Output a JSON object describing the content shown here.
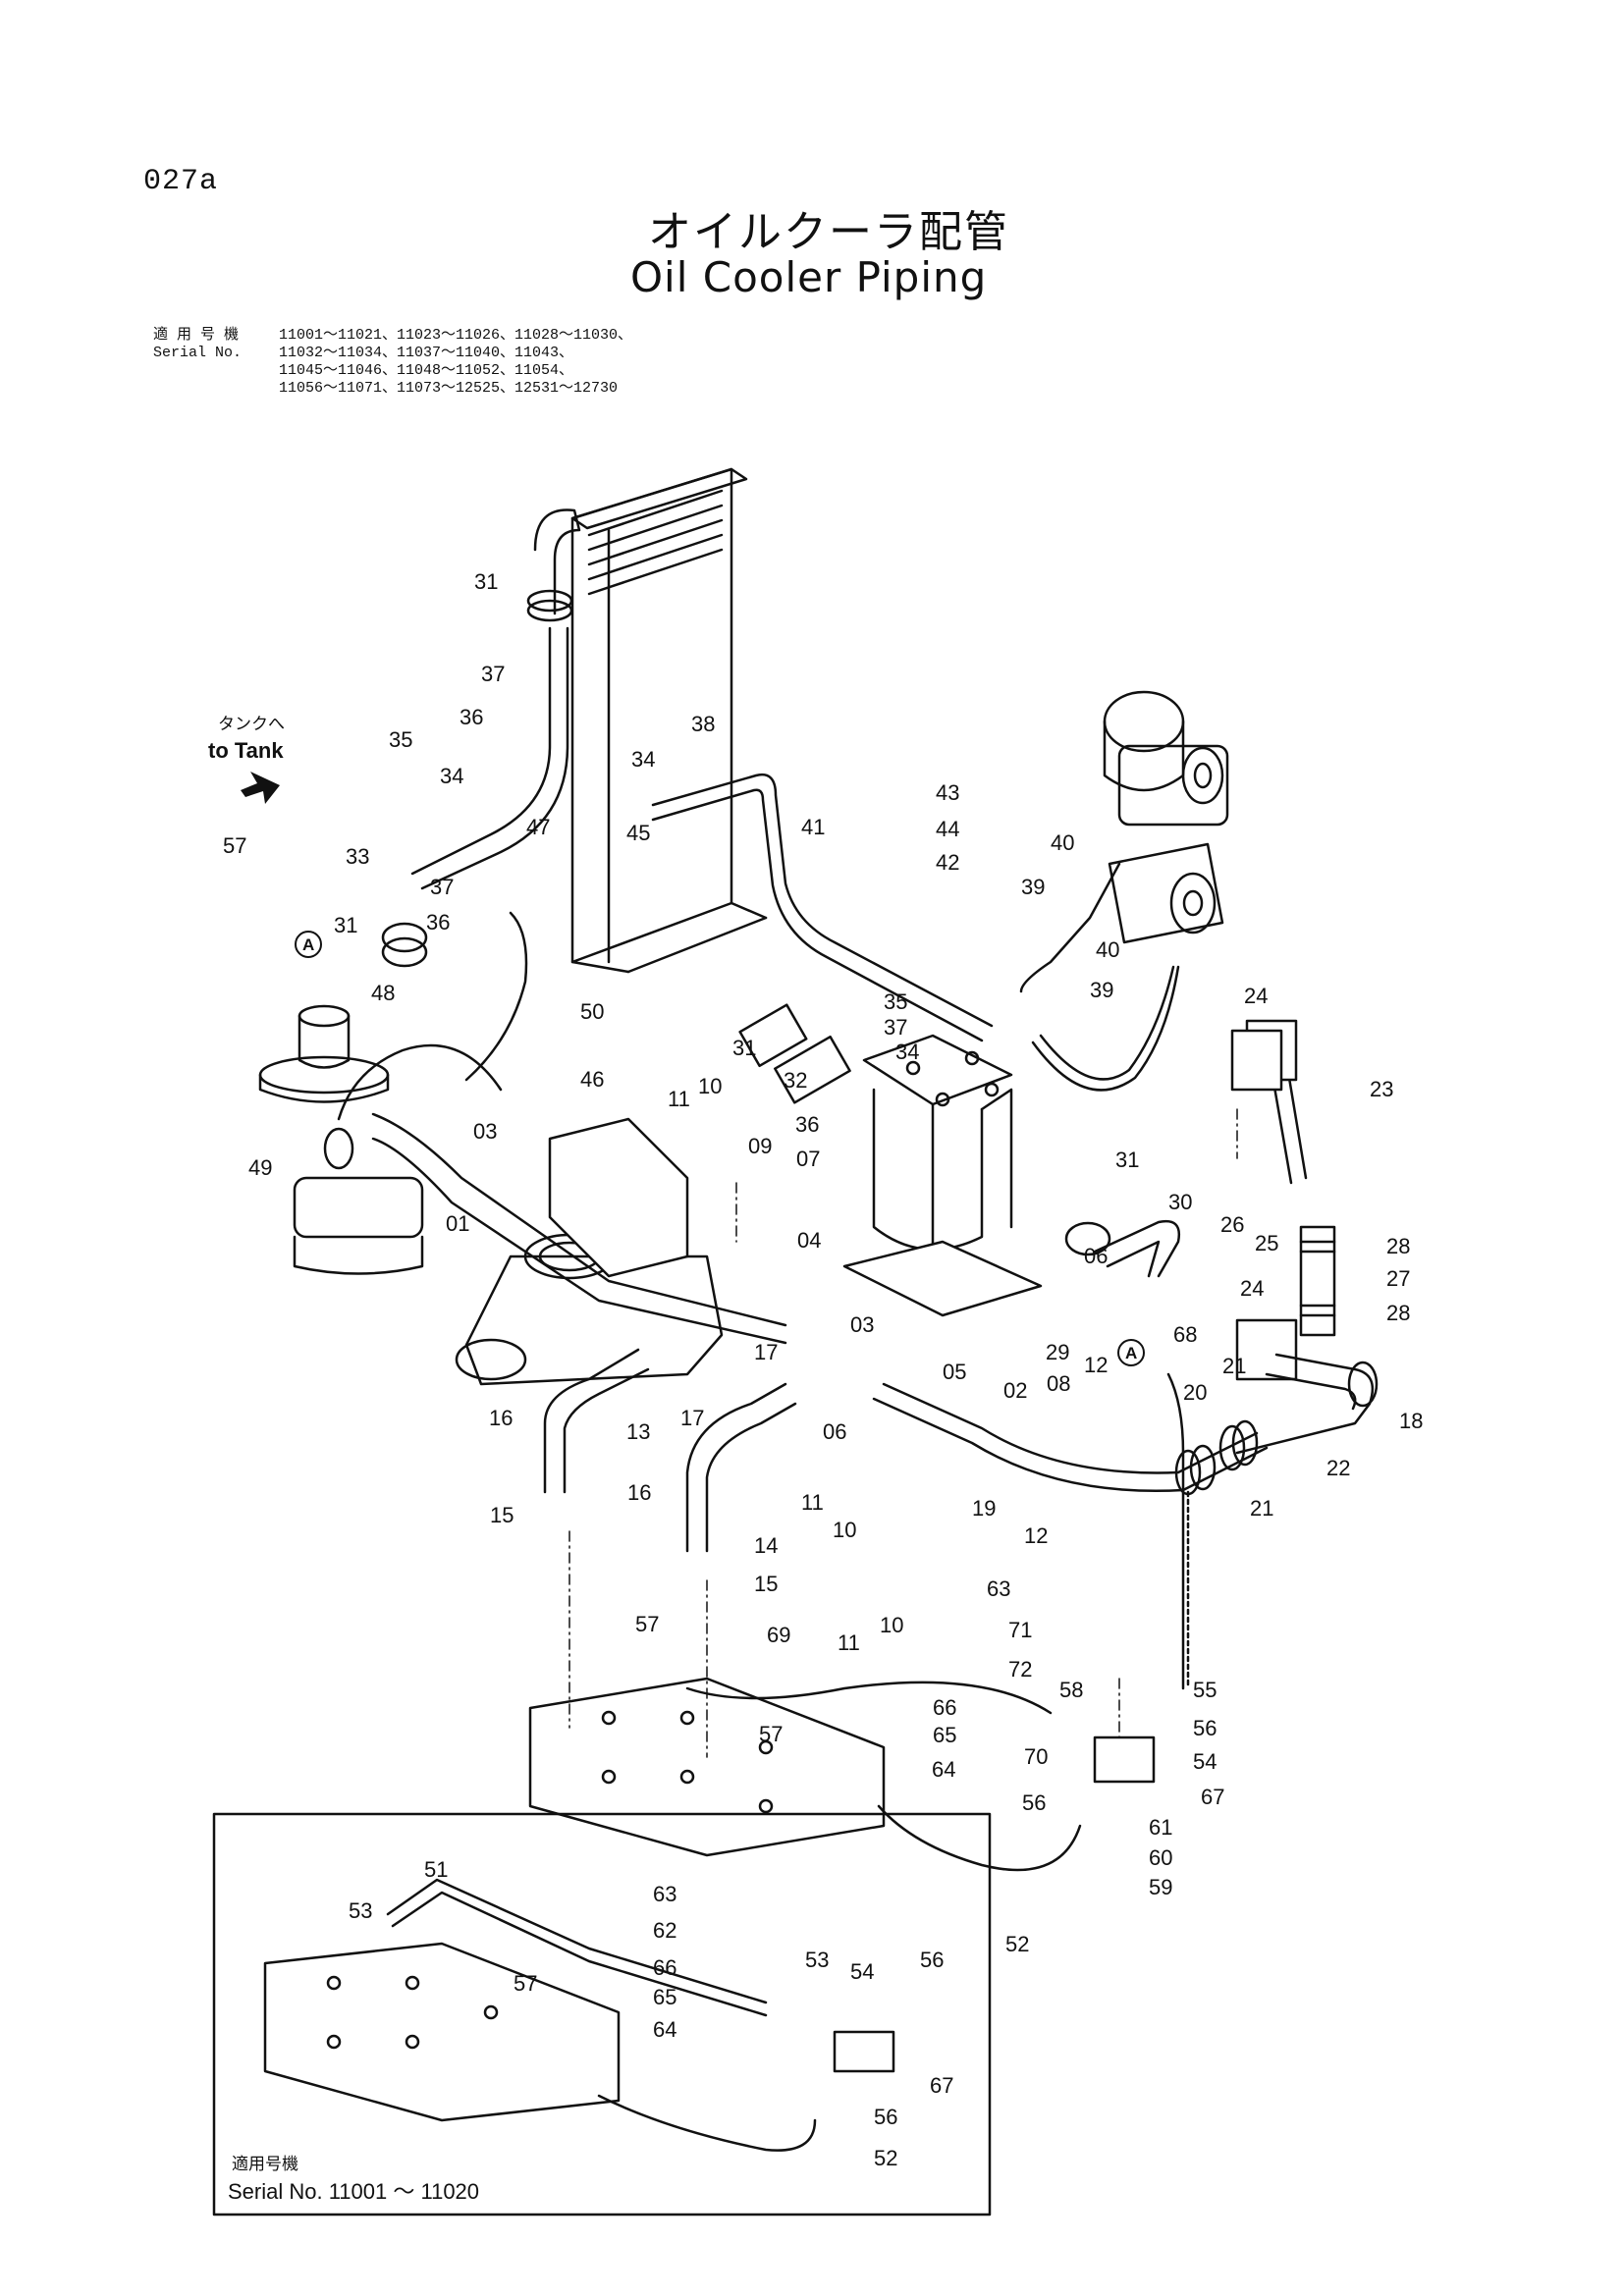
{
  "page_code": "027a",
  "title_jp": "オイルクーラ配管",
  "title_en": "Oil Cooler Piping",
  "serial_header": {
    "label_jp": "適 用 号 機",
    "label_en": "Serial No.",
    "lines": [
      "11001～11021、11023～11026、11028～11030、",
      "11032～11034、11037～11040、11043、",
      "11045～11046、11048～11052、11054、",
      "11056～11071、11073～12525、12531～12730"
    ]
  },
  "to_tank": {
    "jp": "タンクへ",
    "en": "to Tank"
  },
  "inset": {
    "label_jp": "適用号機",
    "label_en": "Serial No. 11001 ～ 11020"
  },
  "markers": {
    "a": "A"
  },
  "callouts": {
    "c01": "01",
    "c02": "02",
    "c03a": "03",
    "c03b": "03",
    "c04": "04",
    "c05": "05",
    "c06a": "06",
    "c06b": "06",
    "c07": "07",
    "c08": "08",
    "c09": "09",
    "c10a": "10",
    "c10b": "10",
    "c10c": "10",
    "c11a": "11",
    "c11b": "11",
    "c11c": "11",
    "c12a": "12",
    "c12b": "12",
    "c13": "13",
    "c14": "14",
    "c15a": "15",
    "c15b": "15",
    "c16a": "16",
    "c16b": "16",
    "c17a": "17",
    "c17b": "17",
    "c18": "18",
    "c19": "19",
    "c20": "20",
    "c21a": "21",
    "c21b": "21",
    "c22": "22",
    "c23": "23",
    "c24a": "24",
    "c24b": "24",
    "c25": "25",
    "c26": "26",
    "c27": "27",
    "c28a": "28",
    "c28b": "28",
    "c29": "29",
    "c30": "30",
    "c31a": "31",
    "c31b": "31",
    "c31c": "31",
    "c31d": "31",
    "c32": "32",
    "c33": "33",
    "c34a": "34",
    "c34b": "34",
    "c34c": "34",
    "c35a": "35",
    "c35b": "35",
    "c36a": "36",
    "c36b": "36",
    "c36c": "36",
    "c37a": "37",
    "c37b": "37",
    "c37c": "37",
    "c38": "38",
    "c39a": "39",
    "c39b": "39",
    "c40a": "40",
    "c40b": "40",
    "c41": "41",
    "c42": "42",
    "c43": "43",
    "c44": "44",
    "c45": "45",
    "c46": "46",
    "c47": "47",
    "c48": "48",
    "c49": "49",
    "c50": "50",
    "c51": "51",
    "c52a": "52",
    "c52b": "52",
    "c53a": "53",
    "c53b": "53",
    "c54a": "54",
    "c54b": "54",
    "c55": "55",
    "c56a": "56",
    "c56b": "56",
    "c56c": "56",
    "c56d": "56",
    "c57a": "57",
    "c57b": "57",
    "c57c": "57",
    "c57d": "57",
    "c58": "58",
    "c59": "59",
    "c60": "60",
    "c61": "61",
    "c62": "62",
    "c63a": "63",
    "c63b": "63",
    "c64a": "64",
    "c64b": "64",
    "c65a": "65",
    "c65b": "65",
    "c66a": "66",
    "c66b": "66",
    "c67a": "67",
    "c67b": "67",
    "c68": "68",
    "c69": "69",
    "c70": "70",
    "c71": "71",
    "c72": "72"
  }
}
